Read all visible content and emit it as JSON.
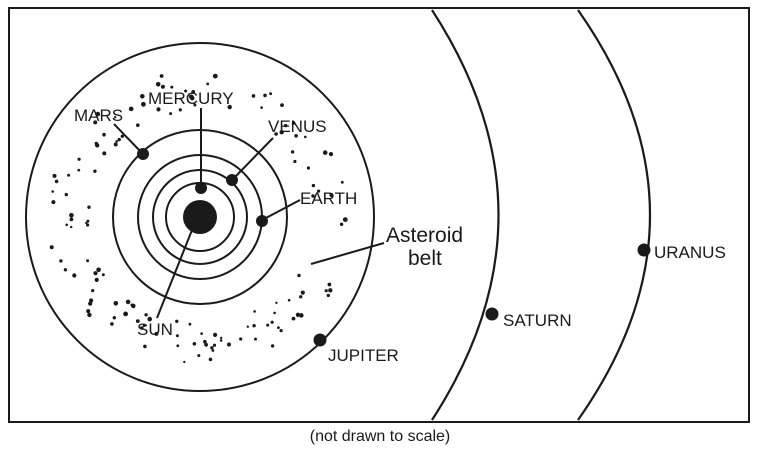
{
  "labels": {
    "mercury": "MERCURY",
    "venus": "VENUS",
    "earth": "EARTH",
    "mars": "MARS",
    "sun": "SUN",
    "jupiter": "JUPITER",
    "saturn": "SATURN",
    "uranus": "URANUS",
    "asteroid_line1": "Asteroid",
    "asteroid_line2": "belt"
  },
  "note": "(not drawn to scale)",
  "colors": {
    "ink": "#1a1a1a",
    "background": "#ffffff"
  }
}
